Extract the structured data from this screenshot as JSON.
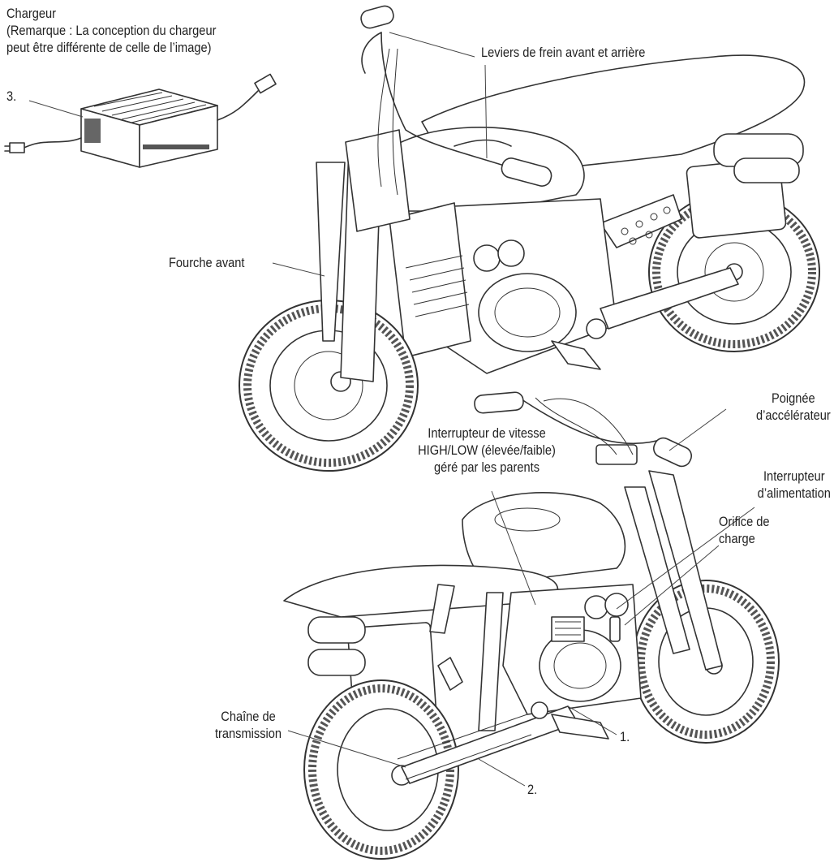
{
  "labels": {
    "charger_title": "Chargeur",
    "charger_note_1": "(Remarque : La conception du chargeur",
    "charger_note_2": "peut être différente de celle de l’image)",
    "charger_number": "3.",
    "brake_levers": "Leviers de frein avant et arrière",
    "front_fork": "Fourche avant",
    "throttle_1": "Poignée",
    "throttle_2": "d’accélérateur",
    "speed_switch_1": "Interrupteur de vitesse",
    "speed_switch_2": "HIGH/LOW (élevée/faible)",
    "speed_switch_3": "géré par les parents",
    "power_switch_1": "Interrupteur",
    "power_switch_2": "d’alimentation",
    "charge_port_1": "Orifice de",
    "charge_port_2": "charge",
    "chain_1": "Chaîne de",
    "chain_2": "transmission",
    "num_1": "1.",
    "num_2": "2."
  },
  "icons": [
    "charger-icon",
    "motorcycle-front-view-icon",
    "motorcycle-rear-view-icon"
  ]
}
